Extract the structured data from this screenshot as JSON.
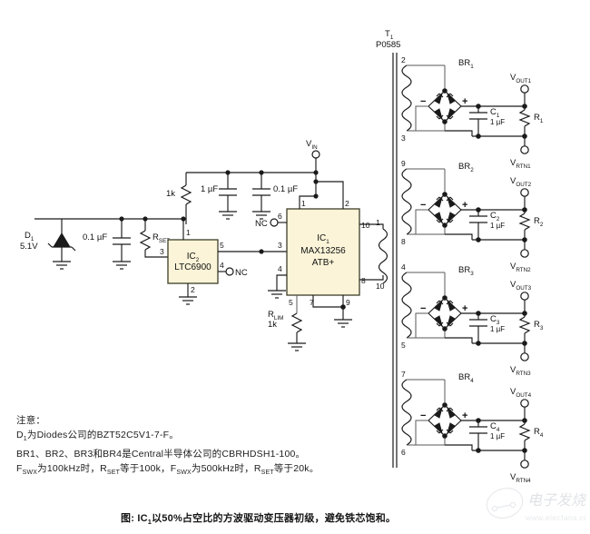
{
  "figure": {
    "domain": "electronic-schematic",
    "title_caption": "图: IC₁以50%占空比的方波驱动变压器初级，避免铁芯饱和。",
    "caption_prefix": "图: IC",
    "caption_sub": "1",
    "caption_rest": "以50%占空比的方波驱动变压器初级，避免铁芯饱和。"
  },
  "notes": {
    "heading": "注意：",
    "lines": [
      "D₁为Diodes公司的BZT52C5V1-7-F。",
      "BR1、BR2、BR3和BR4是Central半导体公司的CBRHDSH1-100。",
      "F_SWX为100kHz时，R_SET等于100k，F_SWX为500kHz时，R_SET等于20k。"
    ],
    "line1_a": "D",
    "line1_sub": "1",
    "line1_b": "为Diodes公司的BZT52C5V1-7-F。",
    "line2": "BR1、BR2、BR3和BR4是Central半导体公司的CBRHDSH1-100。",
    "line3_a": "F",
    "line3_sub1": "SWX",
    "line3_b": "为100kHz时，R",
    "line3_sub2": "SET",
    "line3_c": "等于100k，F",
    "line3_sub3": "SWX",
    "line3_d": "为500kHz时，R",
    "line3_sub4": "SET",
    "line3_e": "等于20k。"
  },
  "watermark": {
    "text": "电子发烧友",
    "url": "www.elecfans.com"
  },
  "components": {
    "zener": {
      "ref": "D",
      "ref_sub": "1",
      "value": "5.1V"
    },
    "cap_bypass_left": {
      "value": "0.1 µF"
    },
    "r_set": {
      "ref": "R",
      "ref_sub": "SET"
    },
    "r_bias_1k": {
      "value": "1k"
    },
    "cap_in_1u": {
      "value": "1 µF"
    },
    "cap_in_100n": {
      "value": "0.1 µF"
    },
    "r_lim": {
      "ref": "R",
      "ref_sub": "LIM",
      "value": "1k"
    },
    "ic2": {
      "ref": "IC",
      "ref_sub": "2",
      "part": "LTC6900",
      "pins": [
        "1",
        "2",
        "3",
        "4",
        "5"
      ]
    },
    "ic1": {
      "ref": "IC",
      "ref_sub": "1",
      "part": "MAX13256",
      "part_line2": "ATB+",
      "pins": [
        "1",
        "2",
        "3",
        "4",
        "5",
        "6",
        "7",
        "8",
        "9",
        "10"
      ]
    },
    "transformer": {
      "ref": "T",
      "ref_sub": "1",
      "part": "P0585",
      "primary_pins": [
        "1",
        "10"
      ],
      "secondary_pins": [
        [
          "2",
          "3"
        ],
        [
          "9",
          "8"
        ],
        [
          "4",
          "5"
        ],
        [
          "7",
          "6"
        ]
      ]
    }
  },
  "terminals": {
    "vin": {
      "label": "V",
      "sub": "IN"
    },
    "nc_top": "NC",
    "nc_ic2": "NC"
  },
  "outputs": [
    {
      "bridge_ref": "BR",
      "bridge_sub": "1",
      "cap_ref": "C",
      "cap_sub": "1",
      "cap_value": "1 µF",
      "res_ref": "R",
      "res_sub": "1",
      "vout": "V",
      "vout_sub": "OUT1",
      "vrtn": "V",
      "vrtn_sub": "RTN1",
      "tap_top": "2",
      "tap_bottom": "3",
      "polarity_minus": "−",
      "polarity_plus": "+"
    },
    {
      "bridge_ref": "BR",
      "bridge_sub": "2",
      "cap_ref": "C",
      "cap_sub": "2",
      "cap_value": "1 µF",
      "res_ref": "R",
      "res_sub": "2",
      "vout": "V",
      "vout_sub": "OUT2",
      "vrtn": "V",
      "vrtn_sub": "RTN2",
      "tap_top": "9",
      "tap_bottom": "8",
      "polarity_minus": "−",
      "polarity_plus": "+"
    },
    {
      "bridge_ref": "BR",
      "bridge_sub": "3",
      "cap_ref": "C",
      "cap_sub": "3",
      "cap_value": "1 µF",
      "res_ref": "R",
      "res_sub": "3",
      "vout": "V",
      "vout_sub": "OUT3",
      "vrtn": "V",
      "vrtn_sub": "RTN3",
      "tap_top": "4",
      "tap_bottom": "5",
      "polarity_minus": "−",
      "polarity_plus": "+"
    },
    {
      "bridge_ref": "BR",
      "bridge_sub": "4",
      "cap_ref": "C",
      "cap_sub": "4",
      "cap_value": "1 µF",
      "res_ref": "R",
      "res_sub": "4",
      "vout": "V",
      "vout_sub": "OUT4",
      "vrtn": "V",
      "vrtn_sub": "RTN4",
      "tap_top": "7",
      "tap_bottom": "6",
      "polarity_minus": "−",
      "polarity_plus": "+"
    }
  ],
  "colors": {
    "ic_fill": "#fbf4d8",
    "wire": "#1a1a1a",
    "background": "#ffffff"
  }
}
